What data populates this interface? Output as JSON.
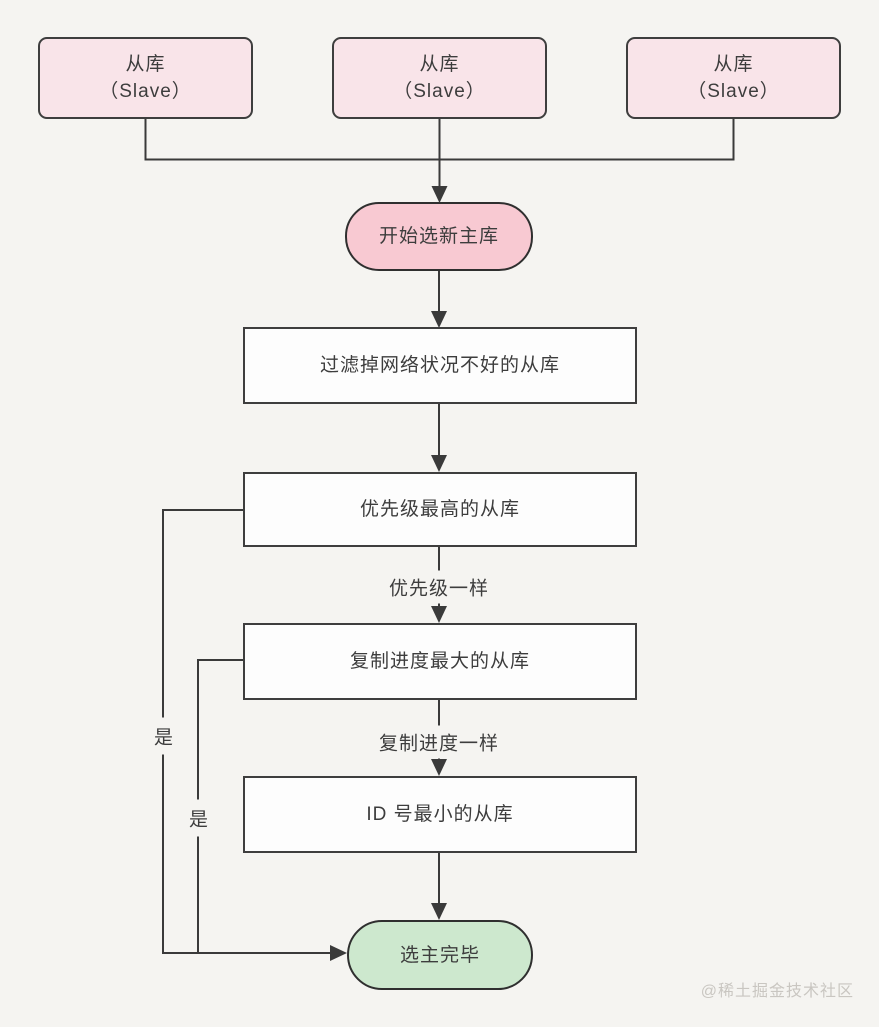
{
  "watermark": "@稀土掘金技术社区",
  "colors": {
    "background": "#f5f4f1",
    "slave_box_fill": "#f9e4e9",
    "start_pill_fill": "#f8c9d2",
    "process_box_fill": "#fdfdfd",
    "done_pill_fill": "#cde8ce",
    "line": "#3a3a3a",
    "text": "#3d3d3d",
    "watermark_text": "#c9c6c1"
  },
  "nodes": {
    "slaves": [
      {
        "line1": "从库",
        "line2": "（Slave）"
      },
      {
        "line1": "从库",
        "line2": "（Slave）"
      },
      {
        "line1": "从库",
        "line2": "（Slave）"
      }
    ],
    "start": {
      "label": "开始选新主库"
    },
    "filter": {
      "label": "过滤掉网络状况不好的从库"
    },
    "priority": {
      "label": "优先级最高的从库"
    },
    "progress": {
      "label": "复制进度最大的从库"
    },
    "smallest_id": {
      "label": "ID 号最小的从库"
    },
    "done": {
      "label": "选主完毕"
    }
  },
  "edge_labels": {
    "same_priority": "优先级一样",
    "same_progress": "复制进度一样",
    "yes_from_priority": "是",
    "yes_from_progress": "是"
  }
}
